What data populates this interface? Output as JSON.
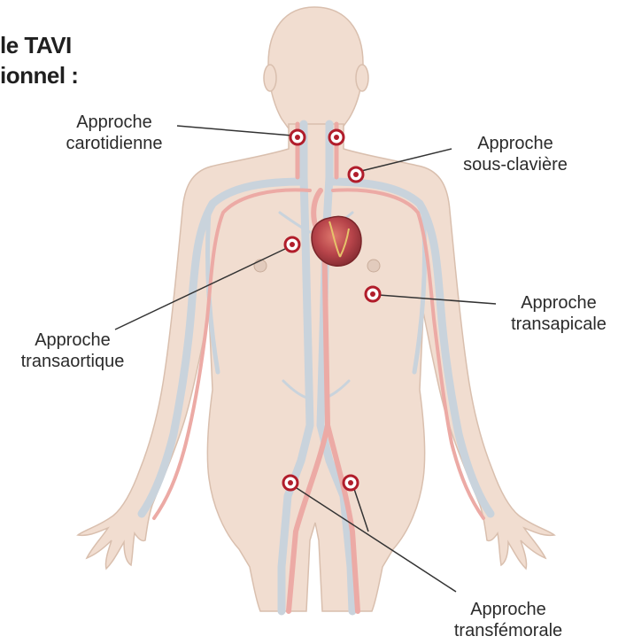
{
  "title": {
    "line1": "le TAVI",
    "line2": "ionnel :"
  },
  "approaches": [
    {
      "line1": "Approche",
      "line2": "carotidienne"
    },
    {
      "line1": "Approche",
      "line2": "sous-clavière"
    },
    {
      "line1": "Approche",
      "line2": "transaortique"
    },
    {
      "line1": "Approche",
      "line2": "transapicale"
    },
    {
      "line1": "Approche",
      "line2": "transfémorale"
    }
  ],
  "colors": {
    "skin": "#f1ddd0",
    "skin_outline": "#d9bfae",
    "vein": "#c9d3dc",
    "artery": "#ecaaa5",
    "marker": "#b11d2b",
    "heart": "#b7444a",
    "text": "#2b2b2b"
  }
}
